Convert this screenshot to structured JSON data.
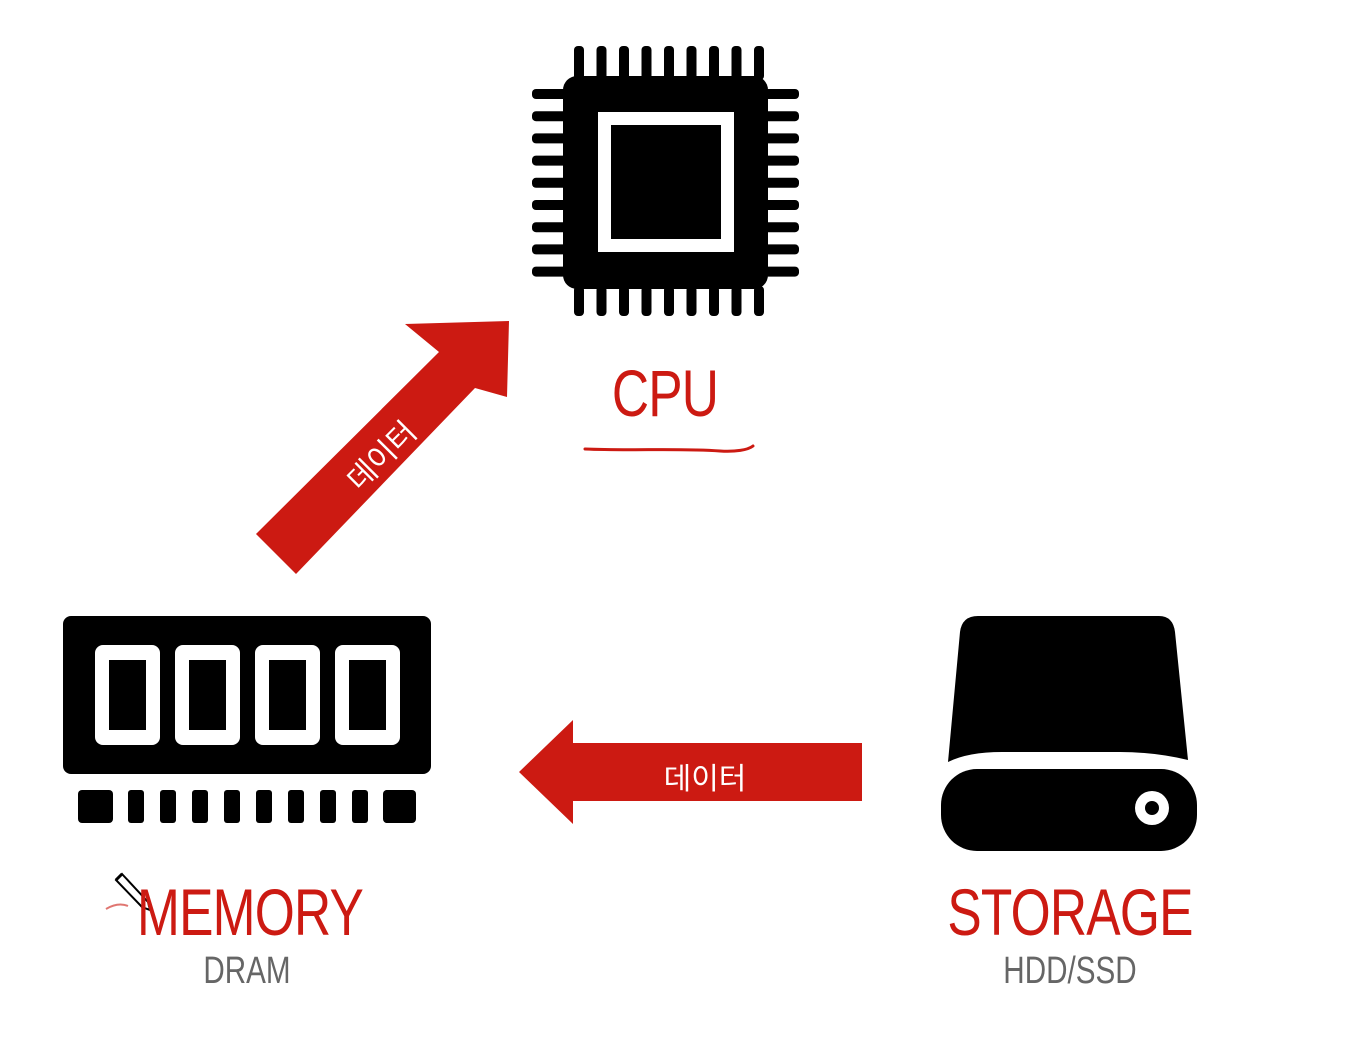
{
  "nodes": {
    "cpu": {
      "title": "CPU",
      "icon": "cpu-chip-icon"
    },
    "memory": {
      "title": "MEMORY",
      "subtitle": "DRAM",
      "icon": "ram-module-icon"
    },
    "storage": {
      "title": "STORAGE",
      "subtitle": "HDD/SSD",
      "icon": "hard-drive-icon"
    }
  },
  "arrows": {
    "memory_to_cpu": {
      "label": "데이터"
    },
    "storage_to_memory": {
      "label": "데이터"
    }
  },
  "colors": {
    "accent": "#cc1a12",
    "icon": "#000000",
    "subtitle": "#666666"
  }
}
